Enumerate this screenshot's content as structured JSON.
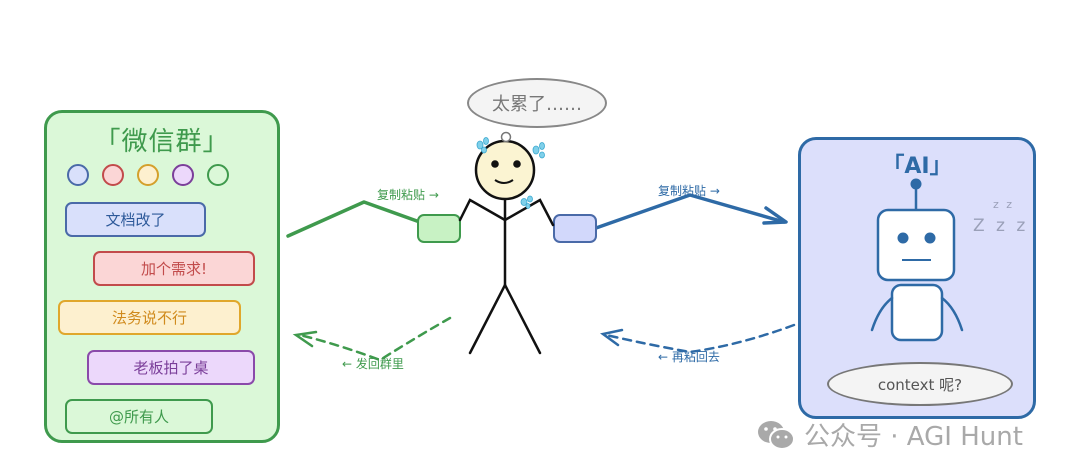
{
  "colors": {
    "green": "#3f9a4d",
    "green_fill": "#dbf8d8",
    "blue": "#2e6aa6",
    "blue_fill": "#dcdffb",
    "gray_text": "#777777"
  },
  "wechat_group": {
    "title": "「微信群」",
    "avatars": [
      {
        "fill": "#d9e0fb",
        "stroke": "#4a6aa8"
      },
      {
        "fill": "#fbd6d6",
        "stroke": "#c24b4b"
      },
      {
        "fill": "#fdf0cf",
        "stroke": "#d4a02c"
      },
      {
        "fill": "#ecd8fb",
        "stroke": "#7b3f9a"
      },
      {
        "fill": "#dbf8d8",
        "stroke": "#3f9a4d"
      }
    ],
    "messages": [
      {
        "text": "文档改了",
        "fill": "#d9e0fb",
        "stroke": "#4a6aa8",
        "color": "#2e5a9a"
      },
      {
        "text": "加个需求!",
        "fill": "#fbd6d6",
        "stroke": "#c24b4b",
        "color": "#c24b4b"
      },
      {
        "text": "法务说不行",
        "fill": "#fdf0cf",
        "stroke": "#e0a72c",
        "color": "#d08a1c"
      },
      {
        "text": "老板拍了桌",
        "fill": "#ecd8fb",
        "stroke": "#8a4aaa",
        "color": "#7b3f9a"
      },
      {
        "text": "@所有人",
        "fill": "#dbf8d8",
        "stroke": "#3f9a4d",
        "color": "#3f9a4d"
      }
    ]
  },
  "person": {
    "thought": "太累了……"
  },
  "arrows": {
    "copy_paste_left": "复制粘贴 →",
    "copy_paste_right": "复制粘贴 →",
    "send_back_group": "← 发回群里",
    "paste_back": "← 再粘回去"
  },
  "ai_panel": {
    "title": "「AI」",
    "zzz_small": "z z",
    "zzz_big": "Z z z",
    "question": "context 呢?"
  },
  "watermark": {
    "text": "公众号 · AGI Hunt"
  }
}
